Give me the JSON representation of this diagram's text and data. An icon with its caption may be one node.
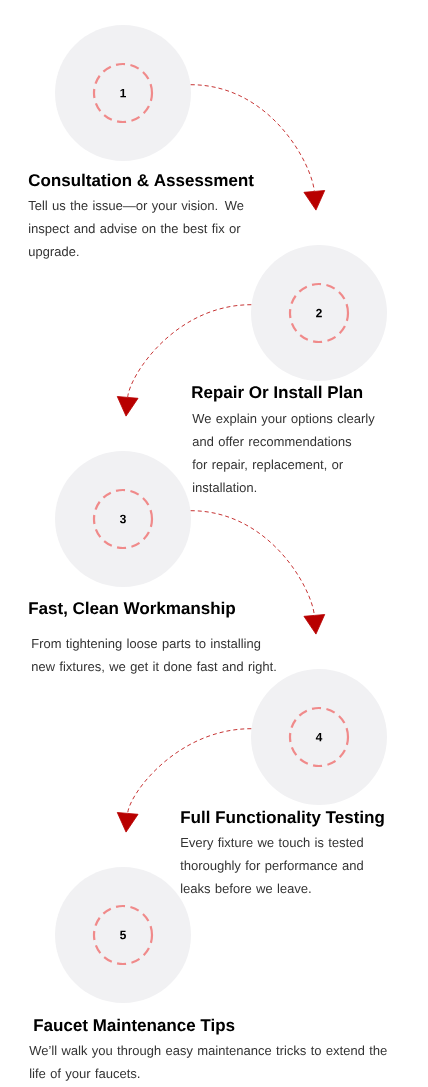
{
  "diagram": {
    "nodes": [
      {
        "text": [
          "1"
        ],
        "beside": [
          "Consultation & Assessment"
        ]
      },
      {
        "text": [
          "2"
        ],
        "beside": [
          "Repair Or Install Plan"
        ]
      },
      {
        "text": [
          "3"
        ],
        "beside": [
          "Fast, Clean Workmanship"
        ]
      },
      {
        "text": [
          "4"
        ],
        "beside": [
          "Full Functionality Testing"
        ]
      },
      {
        "text": [
          "5"
        ],
        "beside": [
          "Faucet Maintenance Tips"
        ]
      }
    ],
    "edges": [
      {
        "from": 0,
        "to": 1,
        "arrow": "to",
        "style": "dashed"
      },
      {
        "from": 1,
        "to": 2,
        "arrow": "to",
        "style": "dashed"
      },
      {
        "from": 2,
        "to": 3,
        "arrow": "to",
        "style": "dashed"
      },
      {
        "from": 3,
        "to": 4,
        "arrow": "to",
        "style": "dashed"
      }
    ],
    "labels": [
      "Tell us the issue—or your vision. We inspect and advise on the best fix or upgrade.",
      "We explain your options clearly and offer recommendations for repair, replacement, or installation.",
      "From tightening loose parts to installing new fixtures, we get it done fast and right.",
      "Every fixture we touch is tested thoroughly for performance and leaks before we leave.",
      "We’ll walk you through easy maintenance tricks to extend the life of your faucets."
    ]
  }
}
